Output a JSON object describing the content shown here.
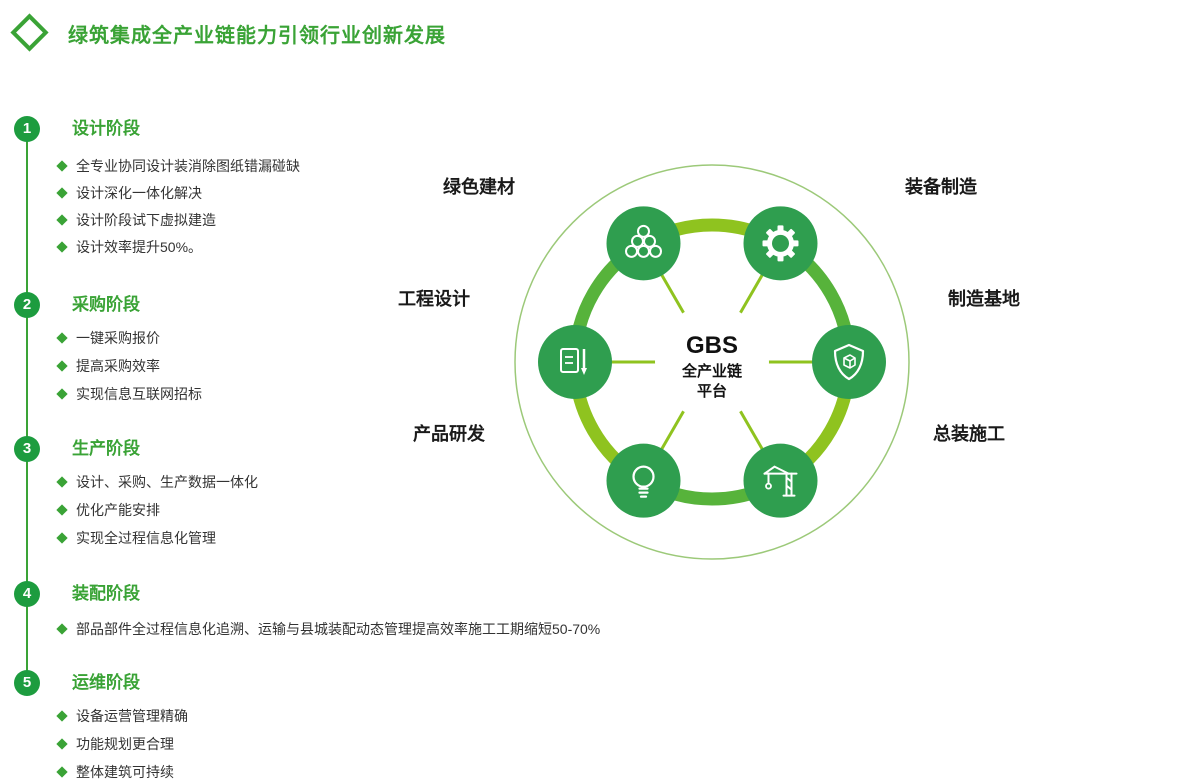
{
  "header": {
    "title": "绿筑集成全产业链能力引领行业创新发展"
  },
  "stages": [
    {
      "num": "1",
      "title": "设计阶段",
      "items": [
        "全专业协同设计装消除图纸错漏碰缺",
        "设计深化一体化解决",
        "设计阶段试下虚拟建造",
        "设计效率提升50%。"
      ]
    },
    {
      "num": "2",
      "title": "采购阶段",
      "items": [
        "一键采购报价",
        "提高采购效率",
        "实现信息互联网招标"
      ]
    },
    {
      "num": "3",
      "title": "生产阶段",
      "items": [
        "设计、采购、生产数据一体化",
        "优化产能安排",
        "实现全过程信息化管理"
      ]
    },
    {
      "num": "4",
      "title": "装配阶段",
      "items": [
        "部品部件全过程信息化追溯、运输与县城装配动态管理提高效率施工工期缩短50-70%"
      ]
    },
    {
      "num": "5",
      "title": "运维阶段",
      "items": [
        "设备运营管理精确",
        "功能规划更合理",
        "整体建筑可持续"
      ]
    }
  ],
  "diagram": {
    "center": {
      "line1": "GBS",
      "line2": "全产业链",
      "line3": "平台"
    },
    "nodes": [
      {
        "label": "绿色建材",
        "icon": "building-materials-icon"
      },
      {
        "label": "装备制造",
        "icon": "gear-icon"
      },
      {
        "label": "工程设计",
        "icon": "design-pencil-icon"
      },
      {
        "label": "制造基地",
        "icon": "shield-cube-icon"
      },
      {
        "label": "产品研发",
        "icon": "lightbulb-icon"
      },
      {
        "label": "总装施工",
        "icon": "tower-crane-icon"
      }
    ]
  },
  "colors": {
    "primary_green": "#3aa336",
    "badge_green": "#1d9c3f",
    "ring_light_green": "#8fc31f",
    "ring_mid_green": "#57b33b",
    "node_green": "#2f9e4f",
    "text_dark": "#333333"
  }
}
